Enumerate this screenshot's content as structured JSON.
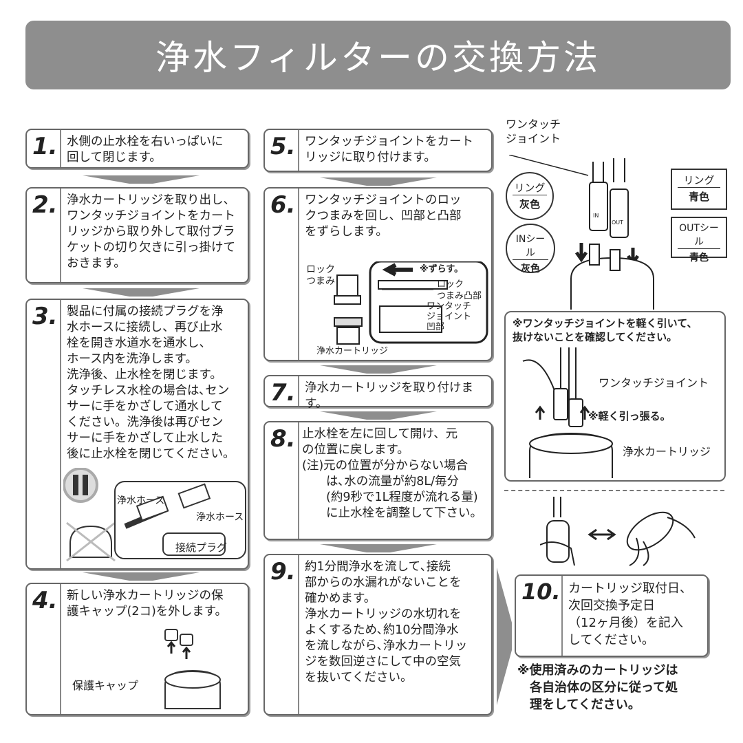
{
  "title": "浄水フィルターの交換方法",
  "steps": [
    {
      "num": "1.",
      "text": "水側の止水栓を右いっぱいに\n回して閉じます。"
    },
    {
      "num": "2.",
      "text": "浄水カートリッジを取り出し、\nワンタッチジョイントをカート\nリッジから取り外して取付ブラ\nケットの切り欠きに引っ掛けて\nおきます。"
    },
    {
      "num": "3.",
      "text": "製品に付属の接続プラグを浄\n水ホースに接続し、再び止水\n栓を開き水道水を通水し、\nホース内を洗浄します。\n洗浄後、止水栓を閉じます。\nタッチレス水栓の場合は､セン\nサーに手をかざして通水して\nください。洗浄後は再びセン\nサーに手をかざして止水した\n後に止水栓を閉じてください。"
    },
    {
      "num": "4.",
      "text": "新しい浄水カートリッジの保\n護キャップ(2コ)を外します。"
    },
    {
      "num": "5.",
      "text": "ワンタッチジョイントをカート\nリッジに取り付けます。"
    },
    {
      "num": "6.",
      "text": "ワンタッチジョイントのロッ\nクつまみを回し、凹部と凸部\nをずらします。"
    },
    {
      "num": "7.",
      "text": "浄水カートリッジを取り付けます。"
    },
    {
      "num": "8.",
      "text": "止水栓を左に回して開け、元\nの位置に戻します。\n(注)元の位置が分からない場合\n　　は､水の流量が約8L/毎分\n　　(約9秒で1L程度が流れる量)\n　　に止水栓を調整して下さい。"
    },
    {
      "num": "9.",
      "text": "約1分間浄水を流して､接続\n部からの水漏れがないことを\n確かめます。\n浄水カートリッジの水切れを\nよくするため､約10分間浄水\nを流しながら､浄水カートリッ\nジを数回逆さにして中の空気\nを抜いてください。"
    },
    {
      "num": "10.",
      "text": "カートリッジ取付日、\n次回交換予定日\n（12ヶ月後）を記入\nしてください。"
    }
  ],
  "step3_labels": {
    "hose1": "浄水ホース",
    "hose2": "浄水ホース",
    "plug": "接続プラグ"
  },
  "step4_labels": {
    "cap": "保護キャップ"
  },
  "step6_labels": {
    "lock_knob": "ロック\nつまみ",
    "shift": "※ずらす。",
    "lock_convex": "ロック\nつまみ凸部",
    "joint_concave": "ワンタッチ\nジョイント\n凹部",
    "cartridge": "浄水カートリッジ"
  },
  "right_labels": {
    "joint": "ワンタッチ\nジョイント",
    "ring_gray_top": "リング",
    "ring_gray_bottom": "灰色",
    "ring_blue_top": "リング",
    "ring_blue_bottom": "青色",
    "in_seal_top": "INシール",
    "in_seal_bottom": "灰色",
    "out_seal_top": "OUTシール",
    "out_seal_bottom": "青色",
    "in_mark": "IN",
    "out_mark": "OUT"
  },
  "check_panel": {
    "note": "※ワンタッチジョイントを軽く引いて、\n抜けないことを確認してください。",
    "joint": "ワンタッチジョイント",
    "pull": "※軽く引っ張る。",
    "cartridge": "浄水カートリッジ"
  },
  "disposal_note": "※使用済みのカートリッジは\n　各自治体の区分に従って処\n　理をしてください。",
  "colors": {
    "banner": "#8e8e8e",
    "arrow": "#8e8e8e",
    "border": "#666666"
  }
}
